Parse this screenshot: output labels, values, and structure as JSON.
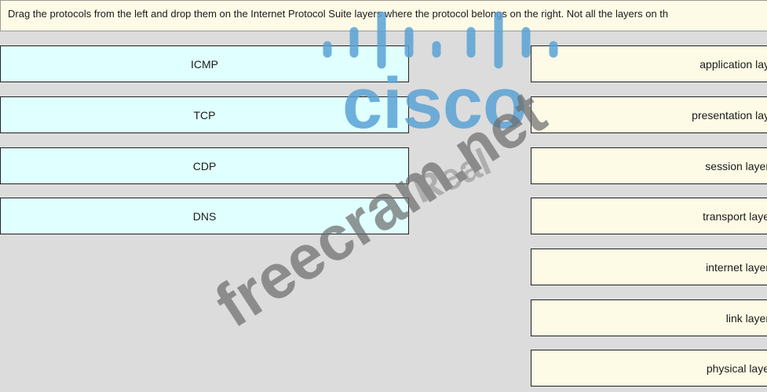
{
  "instructions": "Drag the protocols from the left and drop them on the Internet Protocol Suite layers where the protocol belongs on the right. Not all the layers on th",
  "protocols": [
    "ICMP",
    "TCP",
    "CDP",
    "DNS"
  ],
  "layers": [
    "application lay",
    "presentation lay",
    "session layer",
    "transport laye",
    "internet layer",
    "link layer",
    "physical laye"
  ],
  "watermark": {
    "logo_text": "cisco",
    "site_text": "freecram.net",
    "real_text": "Real"
  }
}
